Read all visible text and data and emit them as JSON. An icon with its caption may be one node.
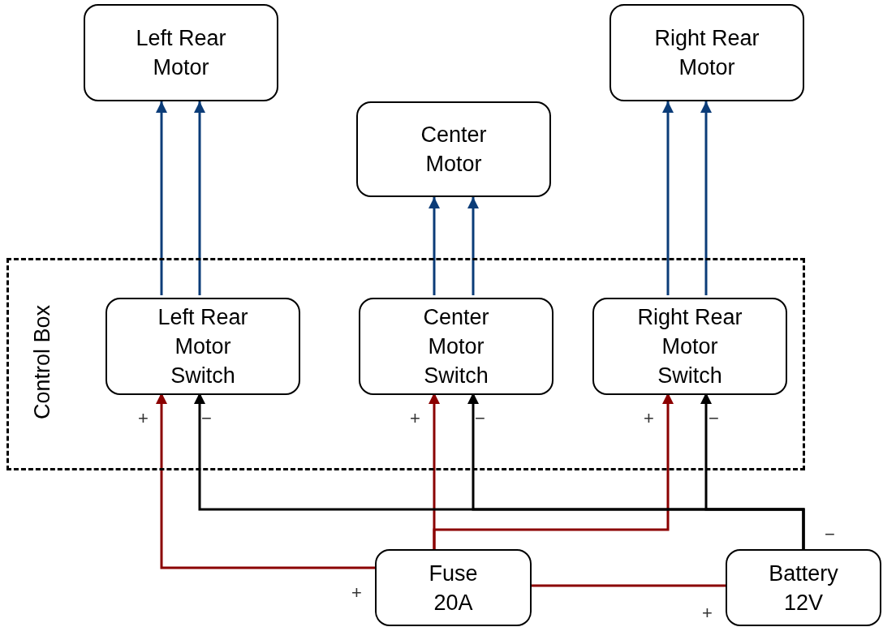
{
  "diagram": {
    "nodes": [
      {
        "text": [
          "Left Rear Motor"
        ]
      },
      {
        "text": [
          "Right Rear Motor"
        ]
      },
      {
        "text": [
          "Center Motor"
        ]
      },
      {
        "text": [
          "Control Box"
        ]
      },
      {
        "text": [
          "Left Rear Motor Switch"
        ],
        "in": 3
      },
      {
        "text": [
          "Center Motor Switch"
        ],
        "in": 3
      },
      {
        "text": [
          "Right Rear Motor Switch"
        ],
        "in": 3
      },
      {
        "text": [
          "Fuse 20A"
        ]
      },
      {
        "text": [
          "Battery 12V"
        ]
      }
    ],
    "edges": [
      {
        "from": 4,
        "to": 0,
        "arrow": "to"
      },
      {
        "from": 4,
        "to": 0,
        "arrow": "to"
      },
      {
        "from": 5,
        "to": 2,
        "arrow": "to"
      },
      {
        "from": 5,
        "to": 2,
        "arrow": "to"
      },
      {
        "from": 6,
        "to": 1,
        "arrow": "to"
      },
      {
        "from": 6,
        "to": 1,
        "arrow": "to"
      },
      {
        "from": 7,
        "to": 4,
        "arrow": "to",
        "color": "#8b0000"
      },
      {
        "from": 7,
        "to": 5,
        "arrow": "to",
        "color": "#8b0000"
      },
      {
        "from": 7,
        "to": 6,
        "arrow": "to",
        "color": "#8b0000"
      },
      {
        "from": 8,
        "to": 4,
        "arrow": "to",
        "color": "#000000"
      },
      {
        "from": 8,
        "to": 5,
        "arrow": "to",
        "color": "#000000"
      },
      {
        "from": 8,
        "to": 6,
        "arrow": "to",
        "color": "#000000"
      },
      {
        "from": 8,
        "to": 7,
        "arrow": "none",
        "color": "#8b0000"
      }
    ],
    "labels": [
      "+",
      "−",
      "+",
      "−",
      "+",
      "−",
      "−",
      "+",
      "+"
    ]
  }
}
